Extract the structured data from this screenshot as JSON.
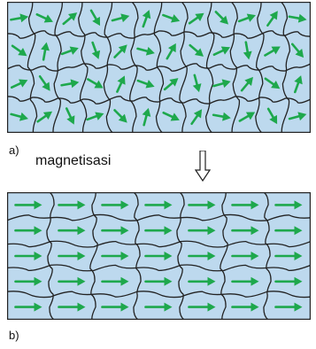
{
  "colors": {
    "domain_fill": "#bdd9ee",
    "boundary": "#222222",
    "arrow": "#1ea84c"
  },
  "labels": {
    "panel_a": "a)",
    "panel_b": "b)",
    "process": "magnetisasi"
  },
  "icons": {
    "transition": "double-down-arrow-icon"
  },
  "panel_a": {
    "description": "domains with randomly oriented magnetic moments",
    "arrow_angles_deg": [
      10,
      -25,
      40,
      -60,
      15,
      70,
      -20,
      35,
      -45,
      20,
      55,
      -10,
      -35,
      80,
      20,
      -70,
      45,
      -15,
      60,
      -40,
      25,
      -80,
      30,
      -50,
      25,
      -55,
      10,
      -30,
      65,
      -20,
      40,
      -75,
      15,
      50,
      -35,
      70,
      -15,
      35,
      -65,
      20,
      -45,
      75,
      -25,
      55,
      -10,
      30,
      -60,
      15
    ]
  },
  "panel_b": {
    "description": "domains aligned after magnetization",
    "arrow_angle_deg": 0
  }
}
